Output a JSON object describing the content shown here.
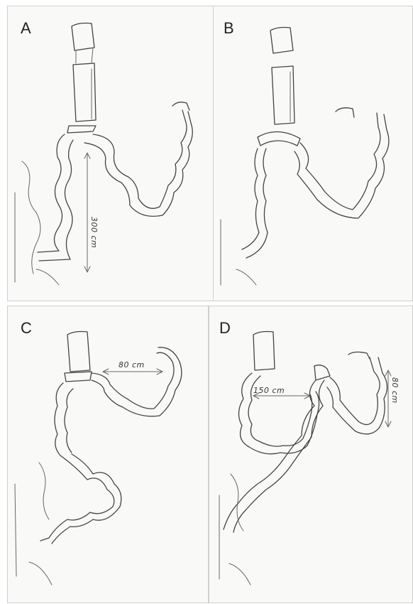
{
  "panels": [
    {
      "id": "A",
      "label": "A",
      "measure": "300 cm"
    },
    {
      "id": "B",
      "label": "B"
    },
    {
      "id": "C",
      "label": "C",
      "measure": "80 cm"
    },
    {
      "id": "D",
      "label": "D",
      "measure": "150 cm",
      "measure2": "80 cm"
    }
  ]
}
